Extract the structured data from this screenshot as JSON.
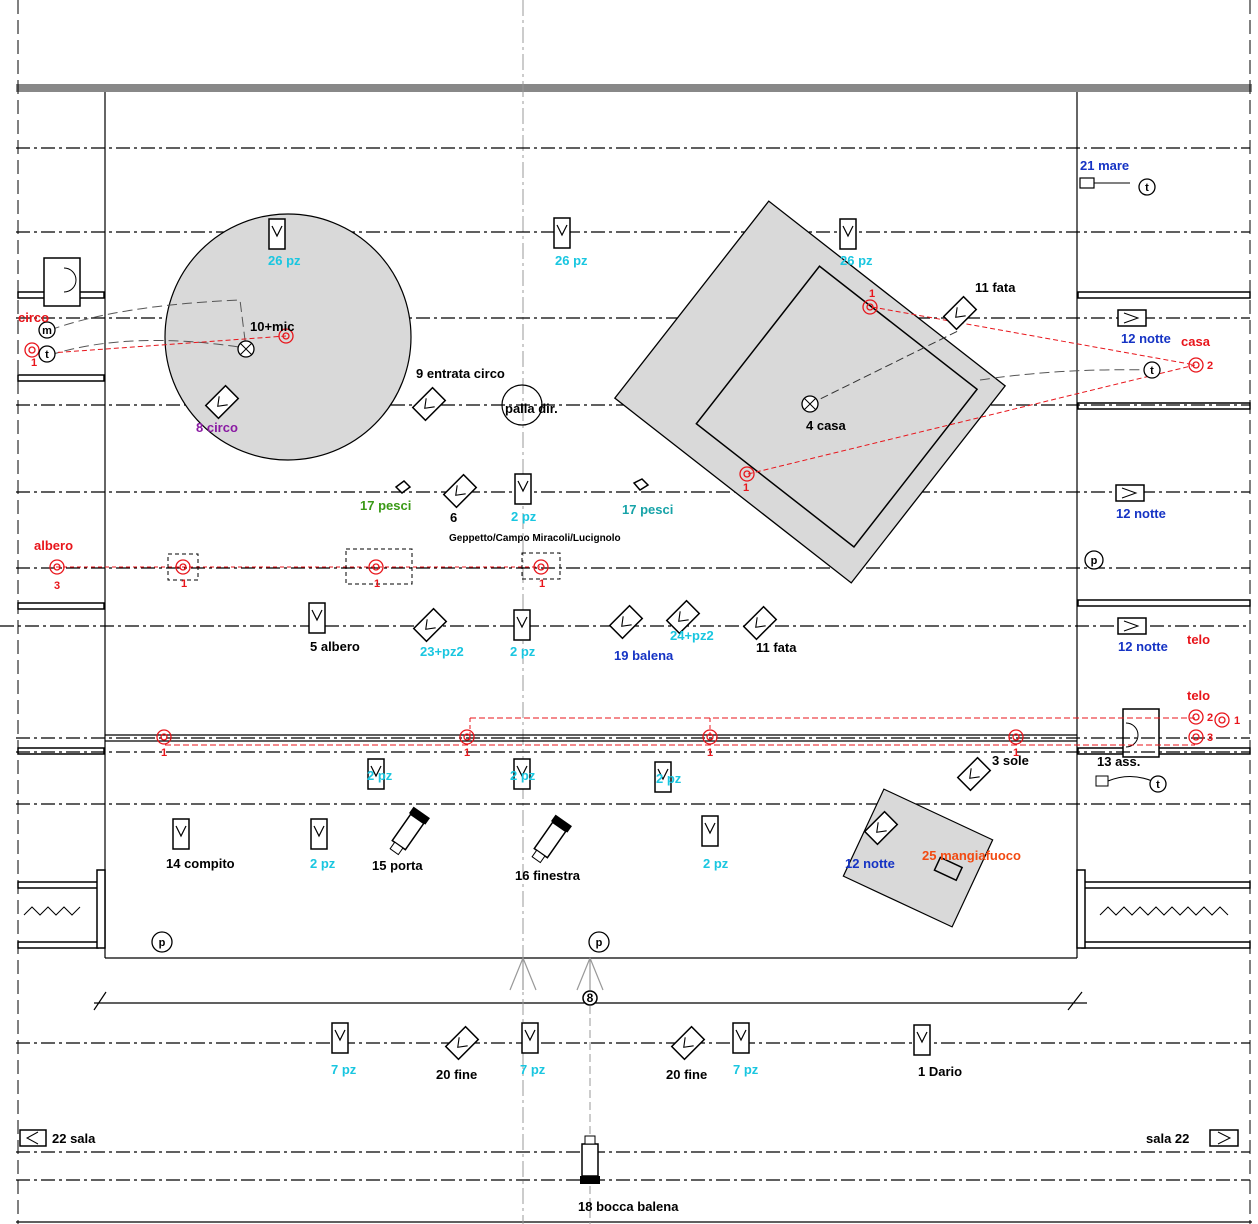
{
  "colors": {
    "black": "#000000",
    "cyan": "#19c6e0",
    "blue": "#1533c4",
    "red": "#e8151b",
    "purple": "#8a1aa3",
    "green": "#3a9a16",
    "teal": "#17a3a8",
    "orange": "#f24a12",
    "grey_fill": "#d9d9d9"
  },
  "labels": {
    "mare": "21 mare",
    "fata_top": "11 fata",
    "notte_1": "12 notte",
    "casa_red": "casa",
    "circo_red": "circo",
    "mic": "10+mic",
    "entrata_circo": "9 entrata circo",
    "palla_dir": "palla dir.",
    "circo_purple": "8 circo",
    "casa_4": "4 casa",
    "pesci_green": "17 pesci",
    "pesci_teal": "17 pesci",
    "num_6": "6",
    "geppetto": "Geppetto/Campo Miracoli/Lucignolo",
    "notte_2": "12 notte",
    "albero_red": "albero",
    "albero_5": "5 albero",
    "pz2_23": "23+pz2",
    "balena_19": "19 balena",
    "pz2_24": "24+pz2",
    "fata_mid": "11 fata",
    "notte_3": "12 notte",
    "telo_1": "telo",
    "telo_2": "telo",
    "sole": "3 sole",
    "ass": "13 ass.",
    "compito": "14 compito",
    "porta": "15 porta",
    "finestra": "16 finestra",
    "notte_4": "12 notte",
    "mangiafuoco": "25 mangiafuoco",
    "fine_1": "20 fine",
    "fine_2": "20 fine",
    "dario": "1 Dario",
    "sala_left": "22 sala",
    "sala_right": "sala 22",
    "bocca_balena": "18 bocca balena",
    "pz26": "26 pz",
    "pz2": "2 pz",
    "pz7": "7 pz",
    "p_marker": "p",
    "t_marker": "t",
    "m_marker": "m",
    "num_1": "1",
    "num_2": "2",
    "num_3": "3",
    "num_8": "8"
  }
}
